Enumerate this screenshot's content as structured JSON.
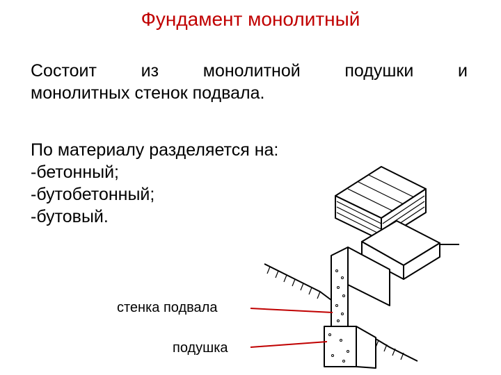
{
  "slide": {
    "title": "Фундамент монолитный",
    "intro_line1": "Состоит из монолитной подушки и",
    "intro_line2": "монолитных стенок подвала.",
    "material_heading": "По материалу разделяется на:",
    "materials": [
      "-бетонный;",
      "-бутобетонный;",
      "-бутовый."
    ]
  },
  "diagram": {
    "label_wall": "стенка подвала",
    "label_pad": "подушка",
    "callout_color": "#c00000",
    "title_color": "#c00000"
  }
}
